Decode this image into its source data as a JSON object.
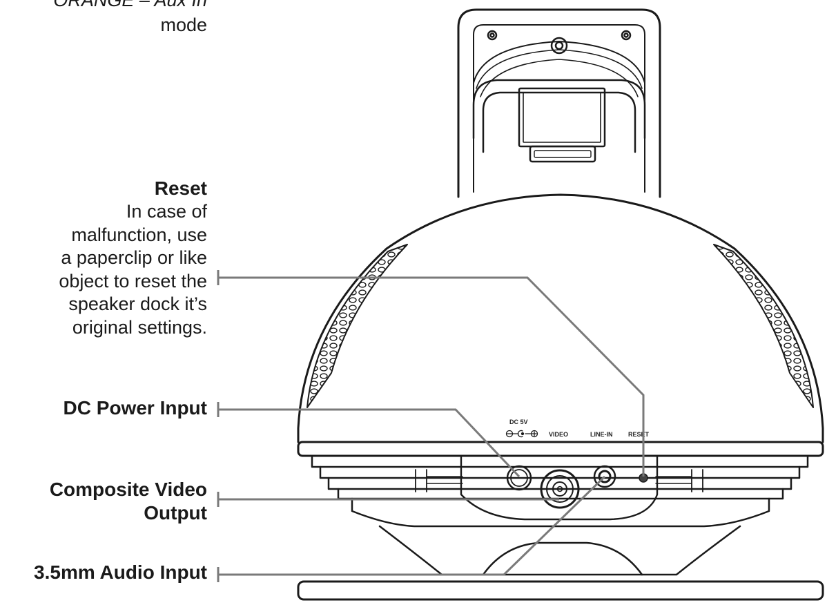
{
  "top_callout": {
    "lines": [
      "ORANGE – Aux In",
      "mode"
    ]
  },
  "callouts": {
    "reset": {
      "title": "Reset",
      "body_lines": [
        "In case of",
        "malfunction, use",
        "a paperclip or like",
        "object to reset the",
        "speaker dock it’s",
        "original settings."
      ]
    },
    "dc_power": {
      "title": "DC Power Input"
    },
    "composite_video": {
      "title_lines": [
        "Composite Video",
        "Output"
      ]
    },
    "audio_input": {
      "title": "3.5mm Audio Input"
    }
  },
  "port_labels": {
    "dc_5v": "DC 5V",
    "video": "VIDEO",
    "line_in": "LINE-IN",
    "reset": "RESET"
  },
  "colors": {
    "leader_line": "#7a7a7a",
    "outline": "#1a1a1a",
    "text": "#1a1a1a"
  }
}
